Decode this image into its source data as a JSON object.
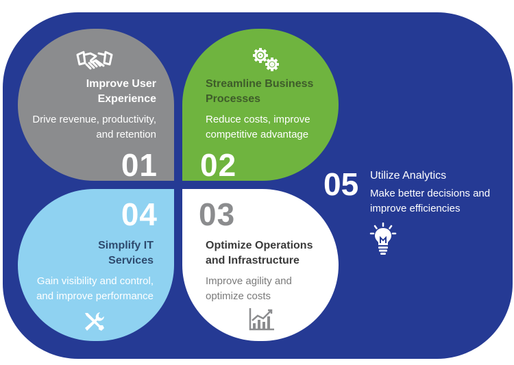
{
  "items": [
    {
      "number": "01",
      "title_line1": "Improve User",
      "title_line2": "Experience",
      "desc_line1": "Drive revenue, productivity,",
      "desc_line2": "and retention",
      "icon": "handshake-icon",
      "color": "#8b8c8e"
    },
    {
      "number": "02",
      "title_line1": "Streamline Business",
      "title_line2": "Processes",
      "desc_line1": "Reduce costs, improve",
      "desc_line2": "competitive advantage",
      "icon": "gears-icon",
      "color": "#6fb43f"
    },
    {
      "number": "03",
      "title_line1": "Optimize Operations",
      "title_line2": "and Infrastructure",
      "desc_line1": "Improve agility and",
      "desc_line2": "optimize costs",
      "icon": "bar-chart-icon",
      "color": "#ffffff"
    },
    {
      "number": "04",
      "title_line1": "Simplify IT",
      "title_line2": "Services",
      "desc_line1": "Gain visibility and control,",
      "desc_line2": "and improve performance",
      "icon": "tools-icon",
      "color": "#8fd2f1"
    },
    {
      "number": "05",
      "title_line1": "Utilize Analytics",
      "desc_line1": "Make better decisions and",
      "desc_line2": "improve efficiencies",
      "icon": "lightbulb-icon",
      "color": "#253a94"
    }
  ]
}
